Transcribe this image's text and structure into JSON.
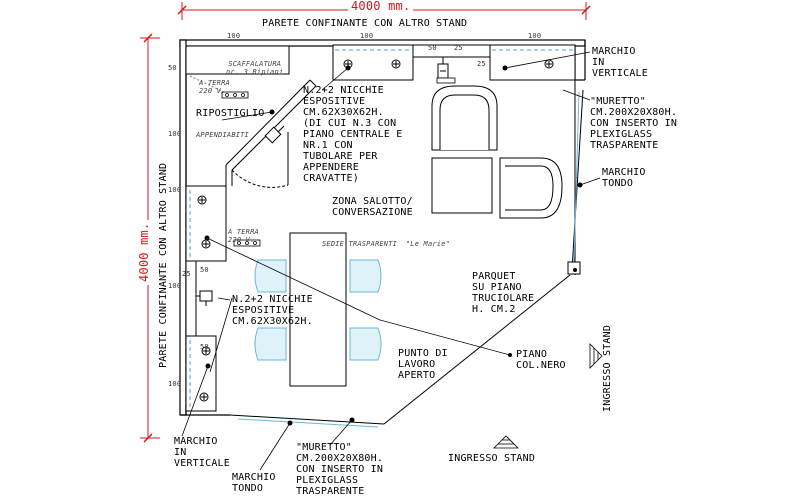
{
  "dimensions": {
    "top": "4000 mm.",
    "left": "4000 mm."
  },
  "walls": {
    "top": "PARETE CONFINANTE CON ALTRO STAND",
    "left": "PARETE CONFINANTE CON ALTRO STAND"
  },
  "labels": {
    "marchio_verticale_top": "MARCHIO\nIN\nVERTICALE",
    "muretto_right": "\"MURETTO\"\nCM.200X20X80H.\nCON INSERTO IN\nPLEXIGLASS\nTRASPARENTE",
    "marchio_tondo_right": "MARCHIO\nTONDO",
    "nicchie_top": "N.2+2 NICCHIE\nESPOSITIVE\nCM.62X30X62H.\n(DI CUI N.3 CON\nPIANO CENTRALE E\nNR.1 CON\nTUBOLARE PER\nAPPENDERE\nCRAVATTE)",
    "ripostiglio": "RIPOSTIGLIO",
    "zona_salotto": "ZONA SALOTTO/\nCONVERSAZIONE",
    "parquet": "PARQUET\nSU PIANO\nTRUCIOLARE\nH. CM.2",
    "piano": "PIANO\nCOL.NERO",
    "nicchie_left": "N.2+2 NICCHIE\nESPOSITIVE\nCM.62X30X62H.",
    "punto_lavoro": "PUNTO DI\nLAVORO\nAPERTO",
    "marchio_verticale_bottom": "MARCHIO\nIN\nVERTICALE",
    "marchio_tondo_bottom": "MARCHIO\nTONDO",
    "muretto_bottom": "\"MURETTO\"\nCM.200X20X80H.\nCON INSERTO IN\nPLEXIGLASS\nTRASPARENTE",
    "ingresso_stand": "INGRESSO STAND",
    "ingresso_stand_vertical": "INGRESSO STAND"
  },
  "annotations": {
    "scaffalatura": "SCAFFALATURA\nnr. 3 Ripiani",
    "a_terra_1": "A TERRA\n220 V.",
    "appendiabiti": "APPENDIABITI",
    "a_terra_2": "A TERRA\n220 V.",
    "sedie": "SEDIE TRASPARENTI  \"Le Marie\""
  },
  "dimension_marks": {
    "top_100_a": "100",
    "top_100_b": "100",
    "top_100_c": "100",
    "top_50": "50",
    "top_25": "25",
    "left_50": "50",
    "left_100_a": "100",
    "left_100_b": "100",
    "left_100_c": "100",
    "left_100_d": "100",
    "left_25": "25",
    "left_50_b": "50",
    "bottom_50": "50",
    "ripo_25": "25"
  },
  "colors": {
    "lines": "#000000",
    "dimension": "#d0191b",
    "chairs": "#8ec9e6",
    "glass": "#9fd3e8"
  }
}
